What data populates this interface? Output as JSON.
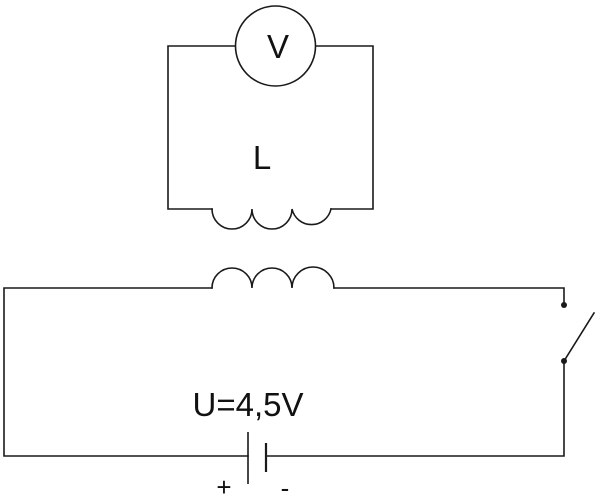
{
  "voltmeter": {
    "symbol": "V"
  },
  "secondary_coil": {
    "label": "L"
  },
  "battery": {
    "voltage_label": "U=4,5V",
    "plus_label": "+",
    "minus_label": "-"
  }
}
